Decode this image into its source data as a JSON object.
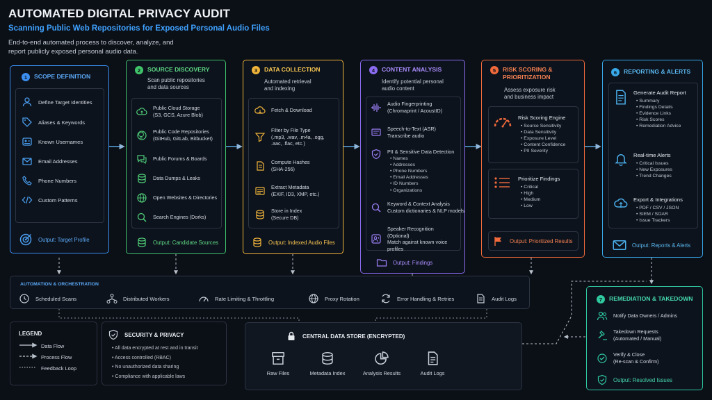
{
  "header": {
    "title": "AUTOMATED DIGITAL PRIVACY AUDIT",
    "subtitle": "Scanning Public Web Repositories for Exposed Personal Audio Files",
    "description": "End-to-end automated process to discover, analyze, and report publicly exposed personal audio data."
  },
  "colors": {
    "scope": "#3b8ff0",
    "discovery": "#3fc46a",
    "collection": "#f0b43a",
    "analysis": "#8b6cf0",
    "risk": "#f06a3b",
    "reporting": "#38a8e8",
    "remediation": "#2fc9a0",
    "background": "#0b0f16"
  },
  "scope": {
    "num": "1",
    "title": "SCOPE DEFINITION",
    "items": [
      "Define Target Identities",
      "Aliases & Keywords",
      "Known Usernames",
      "Email Addresses",
      "Phone Numbers",
      "Custom Patterns"
    ],
    "icons": [
      "person-icon",
      "tag-icon",
      "id-badge-icon",
      "envelope-icon",
      "phone-icon",
      "code-icon"
    ],
    "output": "Output: Target Profile"
  },
  "discovery": {
    "num": "2",
    "title": "SOURCE DISCOVERY",
    "subtitle": "Scan public repositories and data sources",
    "items": [
      {
        "label": "Public Cloud Storage",
        "sub": "(S3, GCS, Azure Blob)"
      },
      {
        "label": "Public Code Repositories",
        "sub": "(GitHub, GitLab, Bitbucket)"
      },
      {
        "label": "Public Forums & Boards",
        "sub": ""
      },
      {
        "label": "Data Dumps & Leaks",
        "sub": ""
      },
      {
        "label": "Open Websites & Directories",
        "sub": ""
      },
      {
        "label": "Search Engines (Dorks)",
        "sub": ""
      }
    ],
    "output": "Output: Candidate Sources"
  },
  "collection": {
    "num": "3",
    "title": "DATA COLLECTION",
    "subtitle": "Automated retrieval and indexing",
    "items": [
      {
        "label": "Fetch & Download",
        "sub": ""
      },
      {
        "label": "Filter by File Type",
        "sub": "(.mp3, .wav, .m4a, .ogg, .aac, .flac, etc.)"
      },
      {
        "label": "Compute Hashes",
        "sub": "(SHA-256)"
      },
      {
        "label": "Extract Metadata",
        "sub": "(EXIF, ID3, XMP, etc.)"
      },
      {
        "label": "Store in Index",
        "sub": "(Secure DB)"
      }
    ],
    "output": "Output: Indexed Audio Files"
  },
  "analysis": {
    "num": "4",
    "title": "CONTENT ANALYSIS",
    "subtitle": "Identify potential personal audio content",
    "fingerprint": {
      "label": "Audio Fingerprinting",
      "sub": "(Chromaprint / AcoustID)"
    },
    "asr": {
      "label": "Speech-to-Text (ASR)",
      "sub": "Transcribe audio"
    },
    "pii": {
      "label": "PII & Sensitive Data Detection",
      "bullets": [
        "Names",
        "Addresses",
        "Phone Numbers",
        "Email Addresses",
        "ID Numbers",
        "Organizations"
      ]
    },
    "keyword": {
      "label": "Keyword & Context Analysis",
      "sub": "Custom dictionaries & NLP models"
    },
    "speaker": {
      "label": "Speaker Recognition (Optional)",
      "sub": "Match against known voice profiles"
    },
    "output": "Output: Findings"
  },
  "risk": {
    "num": "5",
    "title": "RISK SCORING & PRIORITIZATION",
    "subtitle": "Assess exposure risk and business impact",
    "engine": {
      "label": "Risk Scoring Engine",
      "bullets": [
        "Source Sensitivity",
        "Data Sensitivity",
        "Exposure Level",
        "Content Confidence",
        "PII Severity"
      ]
    },
    "prioritize": {
      "label": "Prioritize Findings",
      "bullets": [
        "Critical",
        "High",
        "Medium",
        "Low"
      ]
    },
    "output": "Output: Prioritized Results"
  },
  "reporting": {
    "num": "6",
    "title": "REPORTING & ALERTS",
    "report": {
      "label": "Generate Audit Report",
      "bullets": [
        "Summary",
        "Findings Details",
        "Evidence Links",
        "Risk Scores",
        "Remediation Advice"
      ]
    },
    "alerts": {
      "label": "Real-time Alerts",
      "bullets": [
        "Critical Issues",
        "New Exposures",
        "Trend Changes"
      ]
    },
    "export": {
      "label": "Export & Integrations",
      "bullets": [
        "PDF / CSV / JSON",
        "SIEM / SOAR",
        "Issue Trackers"
      ]
    },
    "output": "Output: Reports & Alerts"
  },
  "orchestration": {
    "title": "AUTOMATION & ORCHESTRATION",
    "items": [
      "Scheduled Scans",
      "Distributed Workers",
      "Rate Limiting & Throttling",
      "Proxy Rotation",
      "Error Handling & Retries",
      "Audit Logs"
    ]
  },
  "legend": {
    "title": "LEGEND",
    "items": [
      "Data Flow",
      "Process Flow",
      "Feedback Loop"
    ]
  },
  "security": {
    "title": "SECURITY & PRIVACY",
    "items": [
      "All data encrypted at rest and in transit",
      "Access controlled (RBAC)",
      "No unauthorized data sharing",
      "Compliance with applicable laws"
    ]
  },
  "datastore": {
    "title": "CENTRAL DATA STORE (ENCRYPTED)",
    "items": [
      "Raw Files",
      "Metadata Index",
      "Analysis Results",
      "Audit Logs"
    ]
  },
  "remediation": {
    "num": "7",
    "title": "REMEDIATION & TAKEDOWN",
    "items": [
      {
        "label": "Notify Data Owners / Admins",
        "sub": ""
      },
      {
        "label": "Takedown Requests",
        "sub": "(Automated / Manual)"
      },
      {
        "label": "Verify & Close",
        "sub": "(Re-scan & Confirm)"
      }
    ],
    "output": "Output: Resolved Issues"
  }
}
